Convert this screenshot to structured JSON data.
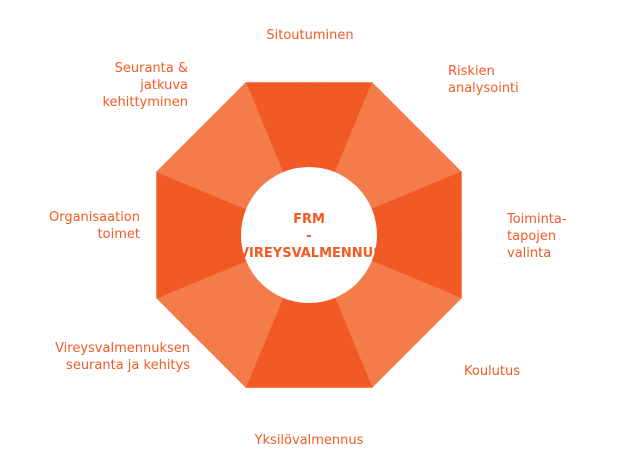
{
  "center": {
    "title": "FRM\n-VIREYSVALMENNUS"
  },
  "segments": [
    {
      "label": "Sitoutuminen"
    },
    {
      "label": "Riskien\nanalysointi"
    },
    {
      "label": "Toiminta-\ntapojen\nvalinta"
    },
    {
      "label": "Koulutus"
    },
    {
      "label": "Yksilövalmennus"
    },
    {
      "label": "Vireysvalmennuksen\nseuranta ja kehitys"
    },
    {
      "label": "Organisaation\ntoimet"
    },
    {
      "label": "Seuranta &\njatkuva\nkehittyminen"
    }
  ],
  "colors": {
    "dark": "#f15a24",
    "light": "#f47c4b",
    "text": "#f15a24",
    "center_fill": "#ffffff"
  }
}
